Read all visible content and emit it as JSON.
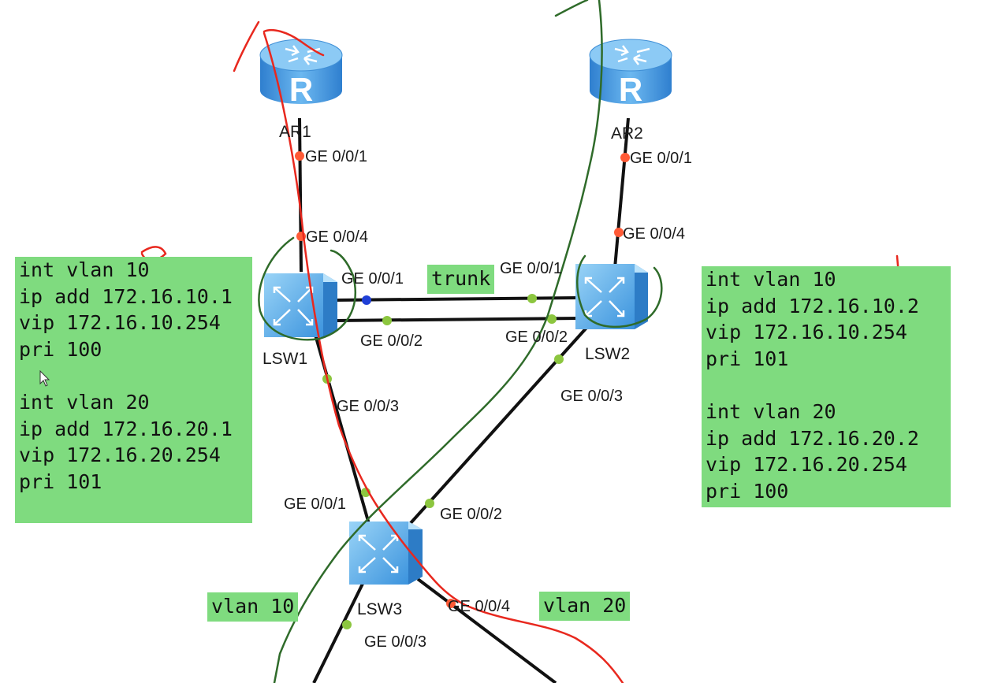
{
  "devices": {
    "ar1": "AR1",
    "ar2": "AR2",
    "lsw1": "LSW1",
    "lsw2": "LSW2",
    "lsw3": "LSW3",
    "router_glyph": "R"
  },
  "ports": {
    "ar1_ge001": "GE 0/0/1",
    "lsw1_ge004": "GE 0/0/4",
    "lsw1_ge001": "GE 0/0/1",
    "lsw1_ge002": "GE 0/0/2",
    "lsw1_ge003": "GE 0/0/3",
    "ar2_ge001": "GE 0/0/1",
    "lsw2_ge004": "GE 0/0/4",
    "lsw2_ge001": "GE 0/0/1",
    "lsw2_ge002": "GE 0/0/2",
    "lsw2_ge003": "GE 0/0/3",
    "lsw3_ge001": "GE 0/0/1",
    "lsw3_ge002": "GE 0/0/2",
    "lsw3_ge003": "GE 0/0/3",
    "lsw3_ge004": "GE 0/0/4"
  },
  "tags": {
    "trunk": "trunk",
    "vlan10": "vlan 10",
    "vlan20": "vlan 20"
  },
  "lsw1_config": {
    "line1": "int vlan 10",
    "line2": "ip add 172.16.10.1",
    "line3": "vip 172.16.10.254",
    "line4": "pri 100",
    "line5": "int vlan 20",
    "line6": "ip add 172.16.20.1",
    "line7": "vip 172.16.20.254",
    "line8": "pri 101"
  },
  "lsw2_config": {
    "line1": "int vlan 10",
    "line2": "ip add 172.16.10.2",
    "line3": "vip 172.16.10.254",
    "line4": "pri 101",
    "line5": "int vlan 20",
    "line6": "ip add 172.16.20.2",
    "line7": "vip 172.16.20.254",
    "line8": "pri 100"
  },
  "colors": {
    "config_bg": "#7fdb7f",
    "link": "#111111",
    "port_dot": "#8cc63f",
    "port_dot_active": "#ff5a36",
    "port_dot_blue": "#1f3fd6",
    "annotation_red": "#e8281e",
    "annotation_green": "#2f6b2a",
    "device_blue": "#4a9fe0"
  }
}
